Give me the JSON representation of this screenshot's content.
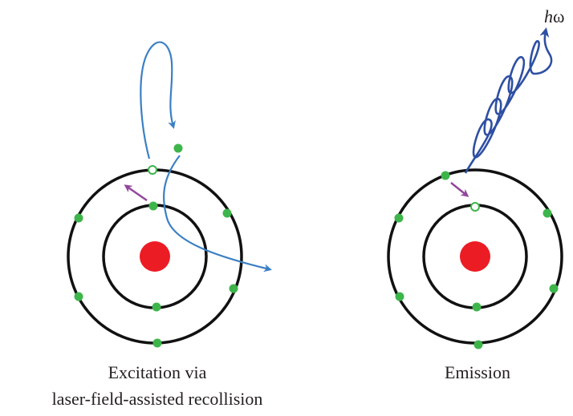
{
  "panels": {
    "excitation": {
      "caption_line1": "Excitation via",
      "caption_line2": "laser-field-assisted recollision"
    },
    "emission": {
      "caption": "Emission",
      "photon_symbol_h": "h",
      "photon_symbol_omega": "ω"
    }
  },
  "colors": {
    "orbit": "#111111",
    "nucleus": "#ec1c24",
    "electron": "#3db54a",
    "trajectory": "#3b7fc4",
    "transition_arrow": "#92479c",
    "photon_wave": "#2e4fa3"
  }
}
